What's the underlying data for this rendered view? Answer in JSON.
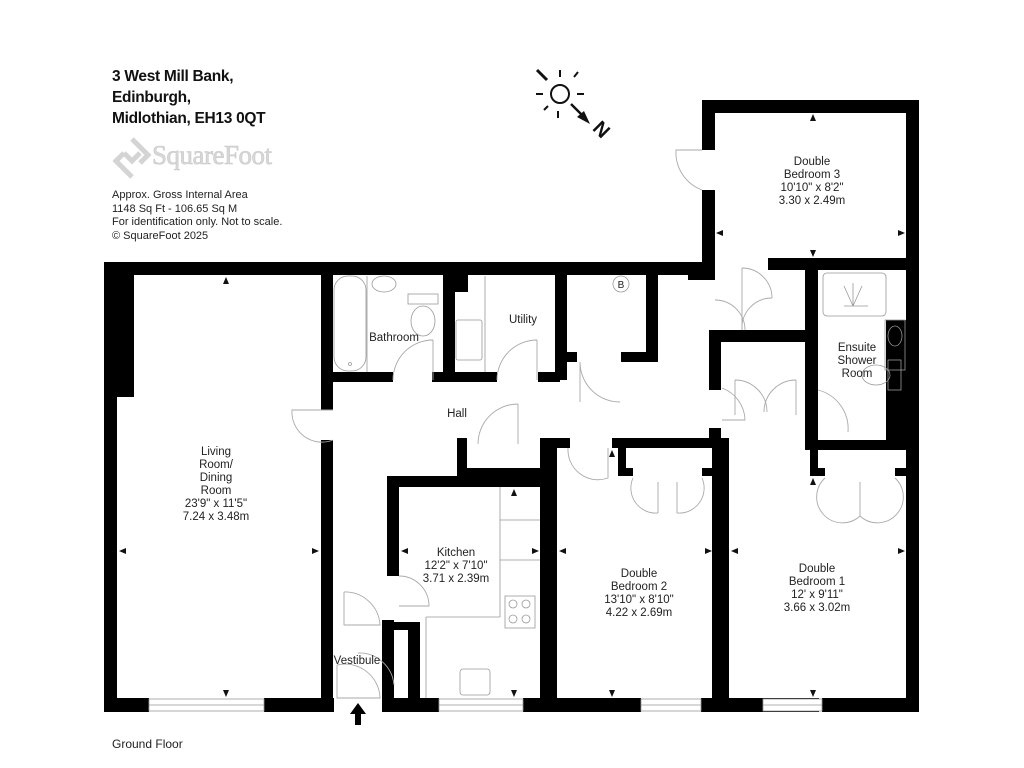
{
  "property": {
    "address_lines": [
      "3 West Mill Bank,",
      "Edinburgh,",
      "Midlothian, EH13 0QT"
    ],
    "brand": "SquareFoot",
    "info_lines": [
      "Approx. Gross Internal Area",
      "1148 Sq Ft  -  106.65 Sq M",
      "For identification only. Not to scale.",
      "© SquareFoot 2025"
    ],
    "floor_label": "Ground Floor"
  },
  "compass": {
    "icon": "sun-icon",
    "direction_letter": "N"
  },
  "boiler": {
    "label": "B"
  },
  "rooms": {
    "bedroom3": {
      "name1": "Double",
      "name2": "Bedroom 3",
      "imperial": "10'10\" x 8'2\"",
      "metric": "3.30 x 2.49m"
    },
    "bathroom": {
      "name": "Bathroom"
    },
    "utility": {
      "name": "Utility"
    },
    "hall": {
      "name": "Hall"
    },
    "ensuite": {
      "name1": "Ensuite",
      "name2": "Shower",
      "name3": "Room"
    },
    "living": {
      "name1": "Living",
      "name2": "Room/",
      "name3": "Dining",
      "name4": "Room",
      "imperial": "23'9\" x 11'5\"",
      "metric": "7.24 x 3.48m"
    },
    "kitchen": {
      "name": "Kitchen",
      "imperial": "12'2\" x 7'10\"",
      "metric": "3.71 x 2.39m"
    },
    "bedroom2": {
      "name1": "Double",
      "name2": "Bedroom 2",
      "imperial": "13'10\" x 8'10\"",
      "metric": "4.22 x 2.69m"
    },
    "bedroom1": {
      "name1": "Double",
      "name2": "Bedroom 1",
      "imperial": "12' x 9'11\"",
      "metric": "3.66 x 3.02m"
    },
    "vestibule": {
      "name": "Vestibule"
    }
  },
  "entrance": {
    "icon": "entrance-arrow-icon"
  },
  "colors": {
    "wall": "#000000",
    "fixture": "#9a9a9a",
    "logo": "#d4d4d4"
  }
}
